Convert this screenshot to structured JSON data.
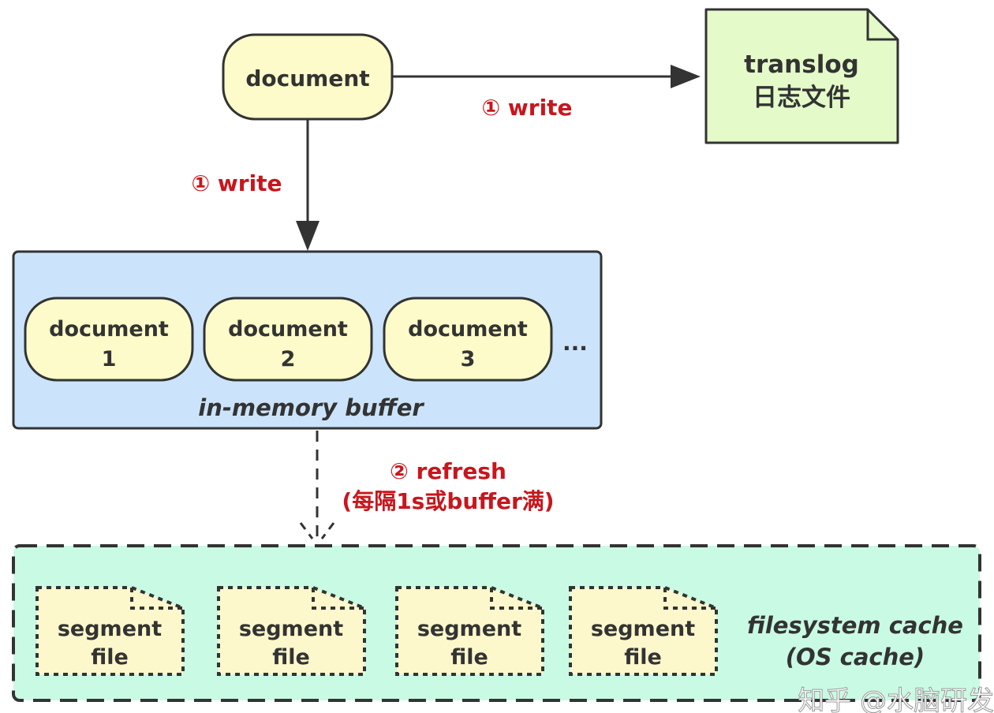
{
  "colors": {
    "stroke": "#333333",
    "document_fill": "#fdfbc9",
    "translog_fill": "#e4fbc9",
    "buffer_fill": "#cbe4fb",
    "cache_fill": "#c9fae4",
    "segment_fill": "#fdf8cc",
    "annotation_red": "#c8161d"
  },
  "nodes": {
    "source_document": {
      "label": "document"
    },
    "translog": {
      "line1": "translog",
      "line2": "日志文件"
    },
    "buffer": {
      "title": "in-memory buffer",
      "documents": [
        {
          "line1": "document",
          "line2": "1"
        },
        {
          "line1": "document",
          "line2": "2"
        },
        {
          "line1": "document",
          "line2": "3"
        }
      ],
      "ellipsis": "..."
    },
    "cache": {
      "title_line1": "filesystem cache",
      "title_line2": "(OS cache)",
      "segments": [
        {
          "line1": "segment",
          "line2": "file"
        },
        {
          "line1": "segment",
          "line2": "file"
        },
        {
          "line1": "segment",
          "line2": "file"
        },
        {
          "line1": "segment",
          "line2": "file"
        }
      ]
    }
  },
  "edges": {
    "write_translog": {
      "label": "① write"
    },
    "write_buffer": {
      "label": "① write"
    },
    "refresh": {
      "line1": "② refresh",
      "line2": "(每隔1s或buffer满)"
    }
  },
  "watermark": "知乎 @水脑研发"
}
